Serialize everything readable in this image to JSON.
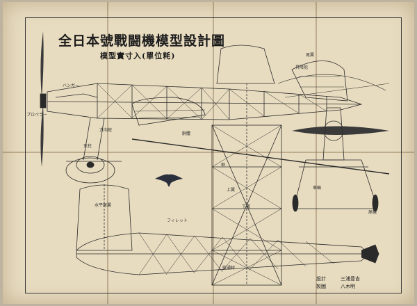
{
  "title": "全日本號戰闘機模型設計圖",
  "subtitle": "模型實寸入(單位粍)",
  "labels": {
    "propeller": "プロペラー",
    "hanger": "ハンガー",
    "fuselage": "胴體",
    "upper_wing": "上翼",
    "lower_wing": "下翼",
    "tail": "尾翼",
    "elevator": "昇降舵",
    "rudder": "方向舵",
    "strut": "支柱",
    "frame": "框",
    "wheel": "車輪",
    "skid": "尾橇",
    "horizontal_stab": "水平尾翼",
    "fillet": "フィレット",
    "longeron": "縦通材"
  },
  "credits": {
    "design_label": "設計",
    "designer": "三浦豊吉",
    "drafting_label": "製圖",
    "drafter": "八木明"
  }
}
